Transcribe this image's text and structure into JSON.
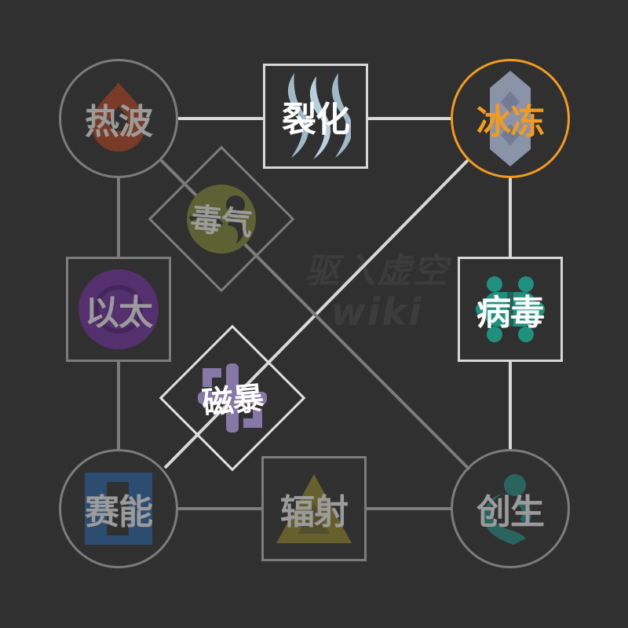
{
  "watermark": {
    "line1": "驱入虚空",
    "line2": "wiki"
  },
  "colors": {
    "background": "#303030",
    "active": "#f39a1f",
    "link_bright": "#d8d8d8",
    "link_dim": "#7c7c7c"
  },
  "nodes": {
    "heat_wave": {
      "label": "热波",
      "shape": "circle",
      "icon": "flame-icon"
    },
    "fission": {
      "label": "裂化",
      "shape": "square",
      "icon": "wisp-flames-icon"
    },
    "freeze": {
      "label": "冰冻",
      "shape": "circle",
      "icon": "ice-crystal-icon",
      "state": "selected"
    },
    "miasma": {
      "label": "毒气",
      "shape": "diamond",
      "icon": "gas-cloud-icon"
    },
    "ether": {
      "label": "以太",
      "shape": "square",
      "icon": "ether-orb-icon"
    },
    "virus": {
      "label": "病毒",
      "shape": "square",
      "icon": "virus-icon"
    },
    "magnetic": {
      "label": "磁暴",
      "shape": "diamond",
      "icon": "magnet-cross-icon"
    },
    "psionic": {
      "label": "赛能",
      "shape": "circle",
      "icon": "psionic-bars-icon"
    },
    "radiation": {
      "label": "辐射",
      "shape": "square",
      "icon": "radiation-triangle-icon"
    },
    "genesis": {
      "label": "创生",
      "shape": "circle",
      "icon": "spiral-icon"
    }
  }
}
